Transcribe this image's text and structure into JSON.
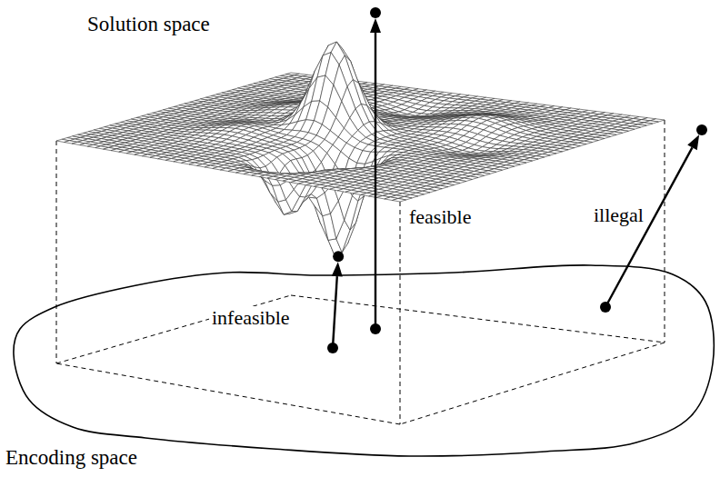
{
  "diagram": {
    "labels": [
      "Solution space",
      "feasible",
      "illegal",
      "infeasible",
      "Encoding space"
    ]
  }
}
